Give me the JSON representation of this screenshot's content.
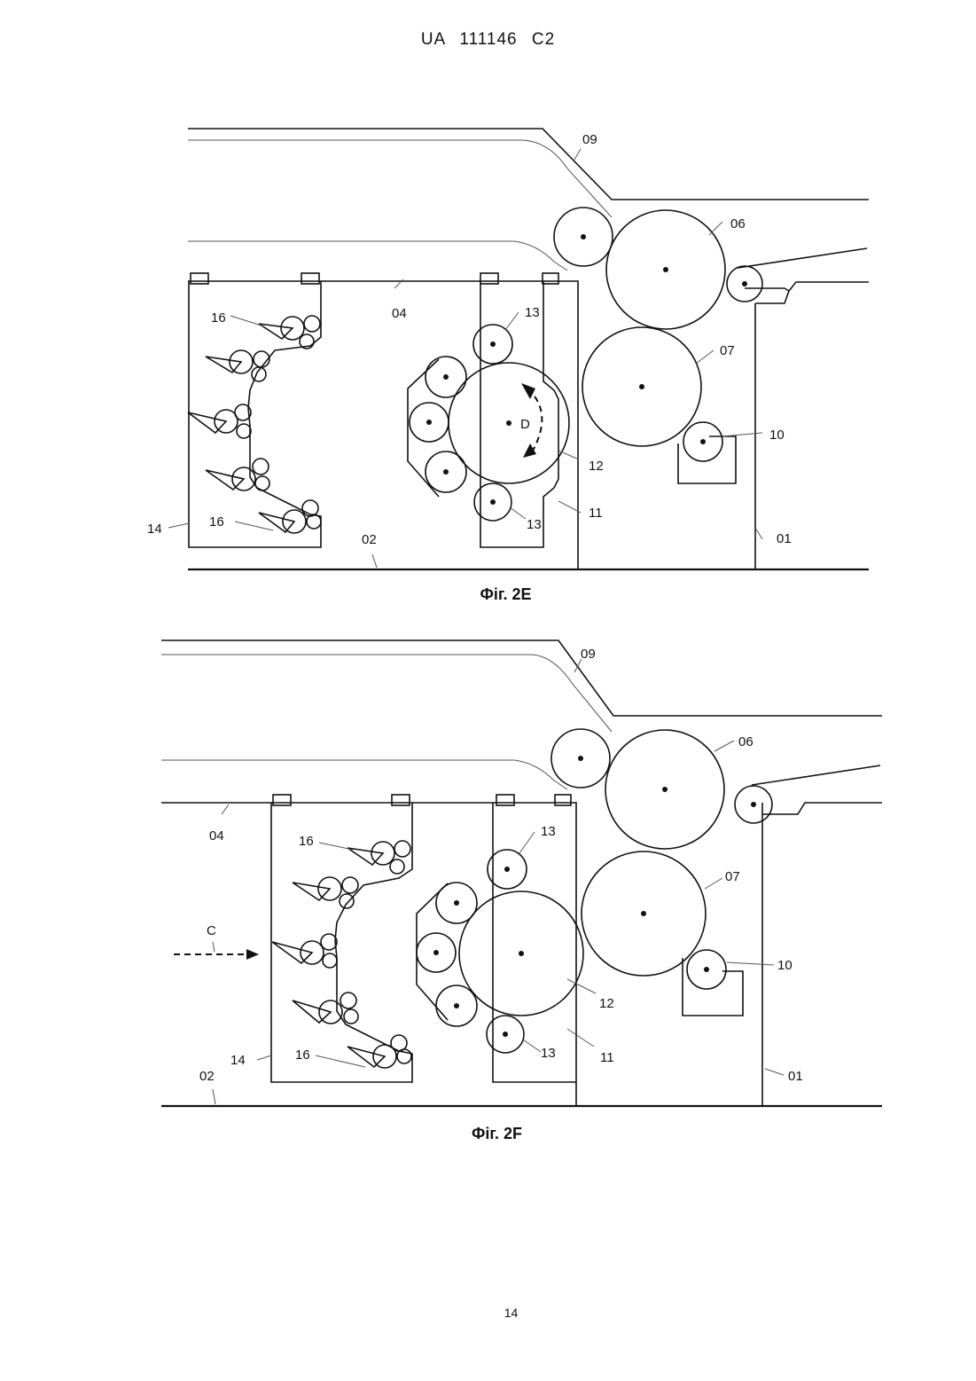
{
  "header": {
    "text": "UA   111146   C2"
  },
  "figures": [
    {
      "caption": "Фіг. 2E",
      "labels": {
        "l09": "09",
        "l06": "06",
        "l07": "07",
        "l10": "10",
        "l04": "04",
        "l13a": "13",
        "l13b": "13",
        "l12": "12",
        "l11": "11",
        "l01": "01",
        "l02": "02",
        "l14": "14",
        "l16a": "16",
        "l16b": "16",
        "lD": "D"
      }
    },
    {
      "caption": "Фіг. 2F",
      "labels": {
        "l09": "09",
        "l06": "06",
        "l07": "07",
        "l10": "10",
        "l04": "04",
        "l13a": "13",
        "l13b": "13",
        "l12": "12",
        "l11": "11",
        "l01": "01",
        "l02": "02",
        "l14": "14",
        "l16a": "16",
        "l16b": "16",
        "lC": "C"
      }
    }
  ],
  "page_number": "14"
}
